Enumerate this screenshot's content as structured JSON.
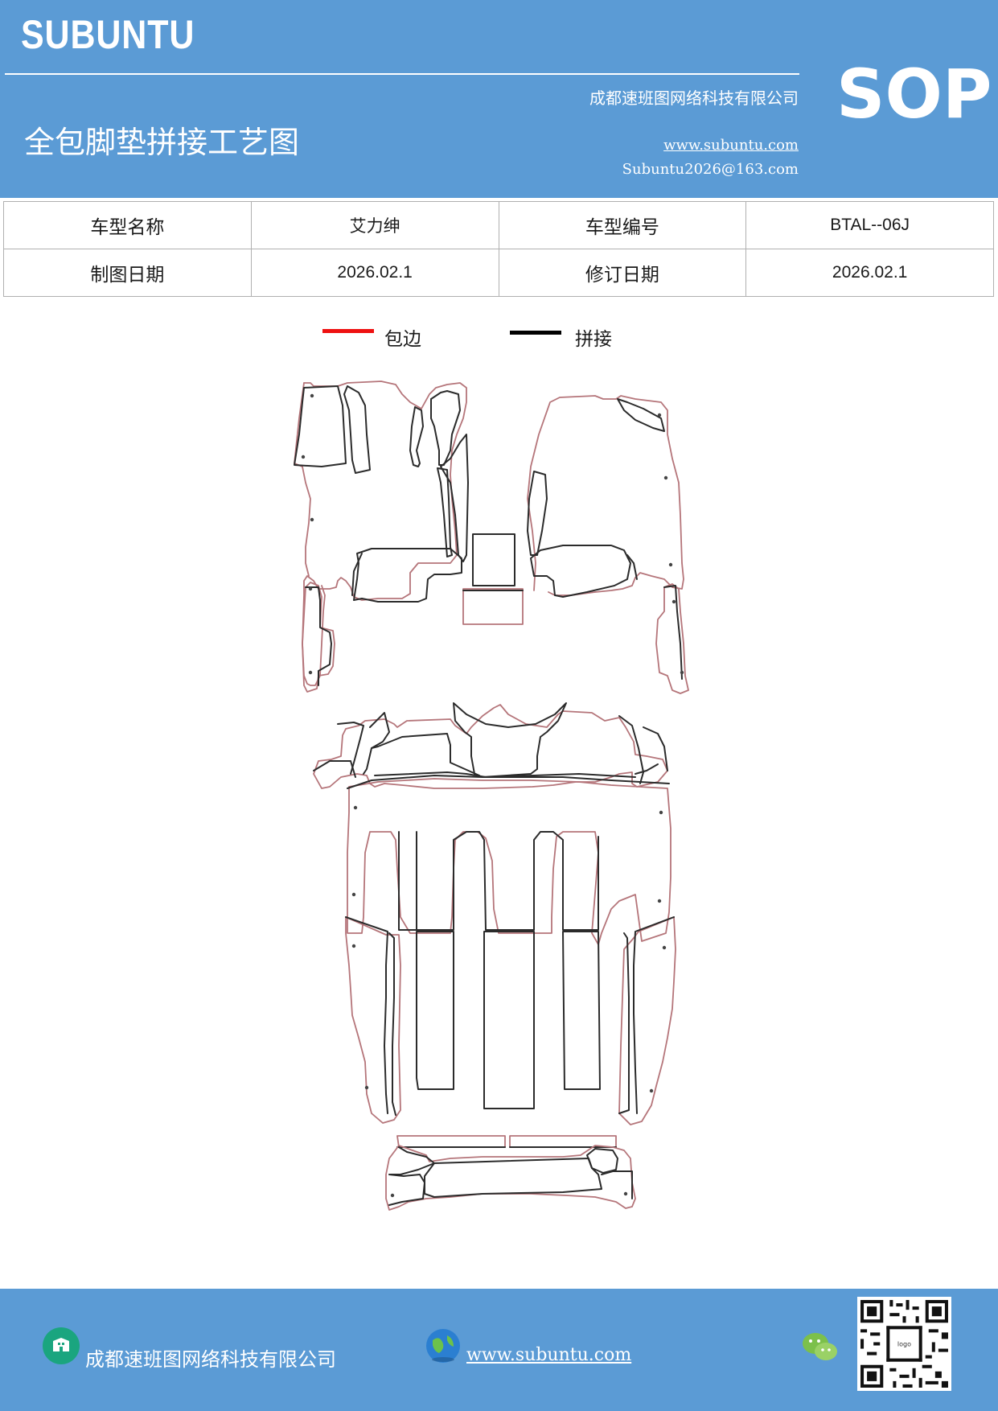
{
  "header": {
    "brand": "SUBUNTU",
    "company": "成都速班图网络科技有限公司",
    "doc_title": "全包脚垫拼接工艺图",
    "website": "www.subuntu.com",
    "email": "Subuntu2026@163.com",
    "sop": "SOP"
  },
  "info_table": {
    "row1": {
      "label1": "车型名称",
      "value1": "艾力绅",
      "label2": "车型编号",
      "value2": "BTAL--06J"
    },
    "row2": {
      "label1": "制图日期",
      "value1": "2026.02.1",
      "label2": "修订日期",
      "value2": "2026.02.1"
    }
  },
  "legend": {
    "edge_label": "包边",
    "edge_color": "#ee1111",
    "splice_label": "拼接",
    "splice_color": "#000000"
  },
  "footer": {
    "company": "成都速班图网络科技有限公司",
    "website": "www.subuntu.com",
    "icons": [
      "building-icon",
      "globe-icon",
      "wechat-icon",
      "qr-code"
    ]
  },
  "colors": {
    "header_bg": "#5b9bd5",
    "outline_red": "#b5757a",
    "outline_black": "#2b2b2b"
  }
}
